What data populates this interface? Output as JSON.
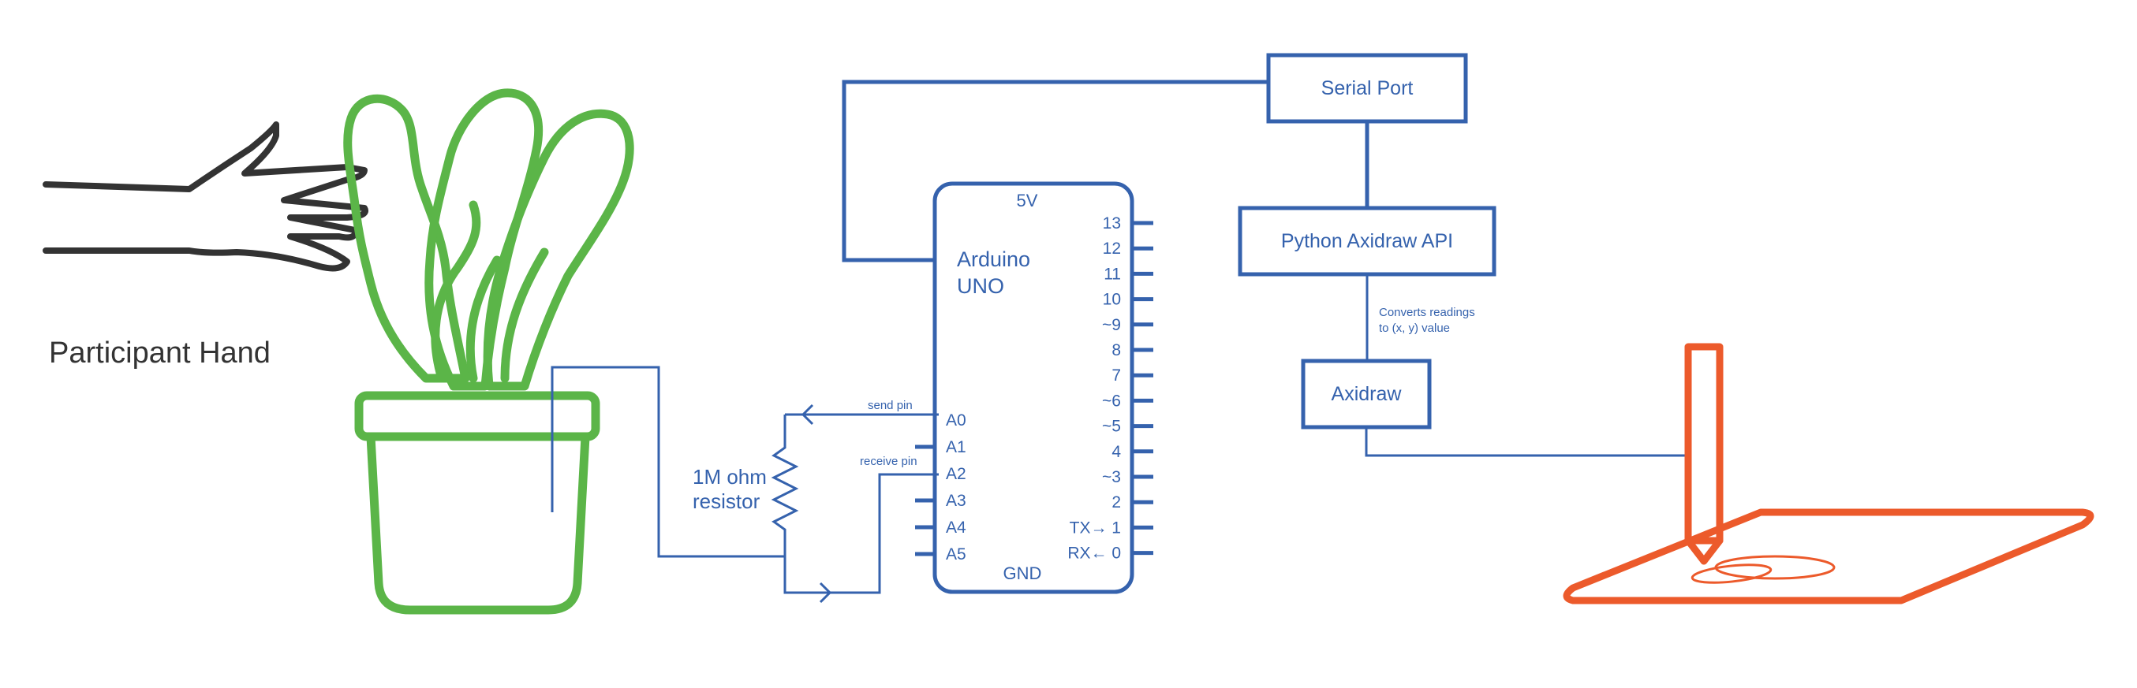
{
  "colors": {
    "circuit": "#3562ad",
    "plant": "#5bb548",
    "plotter": "#ec5a2b",
    "hand": "#333333"
  },
  "labels": {
    "hand": "Participant Hand",
    "resistor_line1": "1M ohm",
    "resistor_line2": "resistor",
    "send_pin": "send pin",
    "receive_pin": "receive pin",
    "converts_line1": "Converts readings",
    "converts_line2": "to (x, y) value"
  },
  "arduino": {
    "name_line1": "Arduino",
    "name_line2": "UNO",
    "top_label": "5V",
    "bottom_label": "GND",
    "analog_pins": [
      "A0",
      "A1",
      "A2",
      "A3",
      "A4",
      "A5"
    ],
    "digital_pins": [
      "13",
      "12",
      "11",
      "10",
      "~9",
      "8",
      "7",
      "~6",
      "~5",
      "4",
      "~3",
      "2",
      "TX→ 1",
      "RX← 0"
    ]
  },
  "boxes": {
    "serial_port": "Serial Port",
    "python_api": "Python Axidraw API",
    "axidraw": "Axidraw"
  }
}
